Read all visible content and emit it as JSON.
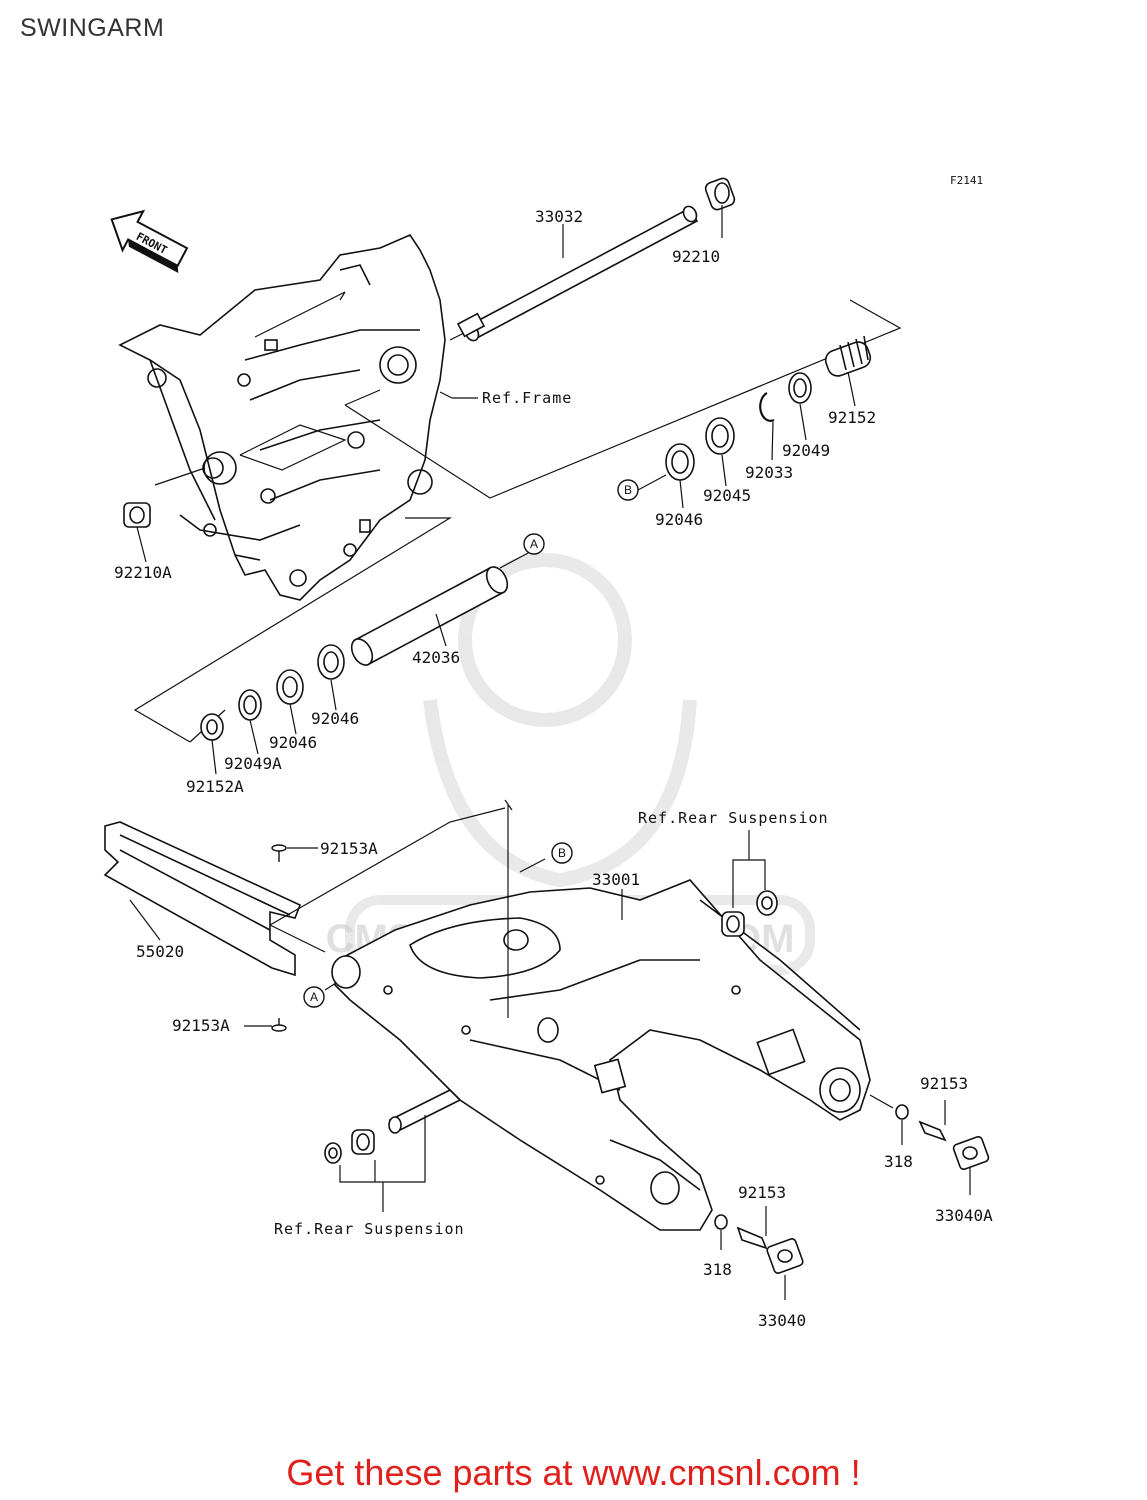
{
  "page": {
    "title": "SWINGARM"
  },
  "diagram_code": "F2141",
  "front_label": "FRONT",
  "watermark": "CMS WWW.CMSNL.COM",
  "refs": {
    "frame": "Ref.Frame",
    "rear_suspension_top": "Ref.Rear Suspension",
    "rear_suspension_bottom": "Ref.Rear Suspension"
  },
  "callouts": {
    "a_top": "A",
    "b_top": "B",
    "b_mid": "B",
    "a_mid": "A"
  },
  "parts": [
    {
      "id": "33032",
      "label": "33032"
    },
    {
      "id": "92210",
      "label": "92210"
    },
    {
      "id": "92152",
      "label": "92152"
    },
    {
      "id": "92049",
      "label": "92049"
    },
    {
      "id": "92033",
      "label": "92033"
    },
    {
      "id": "92045",
      "label": "92045"
    },
    {
      "id": "92046-upper",
      "label": "92046"
    },
    {
      "id": "92210A",
      "label": "92210A"
    },
    {
      "id": "42036",
      "label": "42036"
    },
    {
      "id": "92046-mid",
      "label": "92046"
    },
    {
      "id": "92046-low",
      "label": "92046"
    },
    {
      "id": "92049A",
      "label": "92049A"
    },
    {
      "id": "92152A",
      "label": "92152A"
    },
    {
      "id": "92153A-top",
      "label": "92153A"
    },
    {
      "id": "33001",
      "label": "33001"
    },
    {
      "id": "55020",
      "label": "55020"
    },
    {
      "id": "92153A-bottom",
      "label": "92153A"
    },
    {
      "id": "92153-right",
      "label": "92153"
    },
    {
      "id": "318-right",
      "label": "318"
    },
    {
      "id": "33040A",
      "label": "33040A"
    },
    {
      "id": "92153-bottom",
      "label": "92153"
    },
    {
      "id": "318-bottom",
      "label": "318"
    },
    {
      "id": "33040",
      "label": "33040"
    }
  ],
  "footer": {
    "text": "Get these parts at www.cmsnl.com !"
  }
}
